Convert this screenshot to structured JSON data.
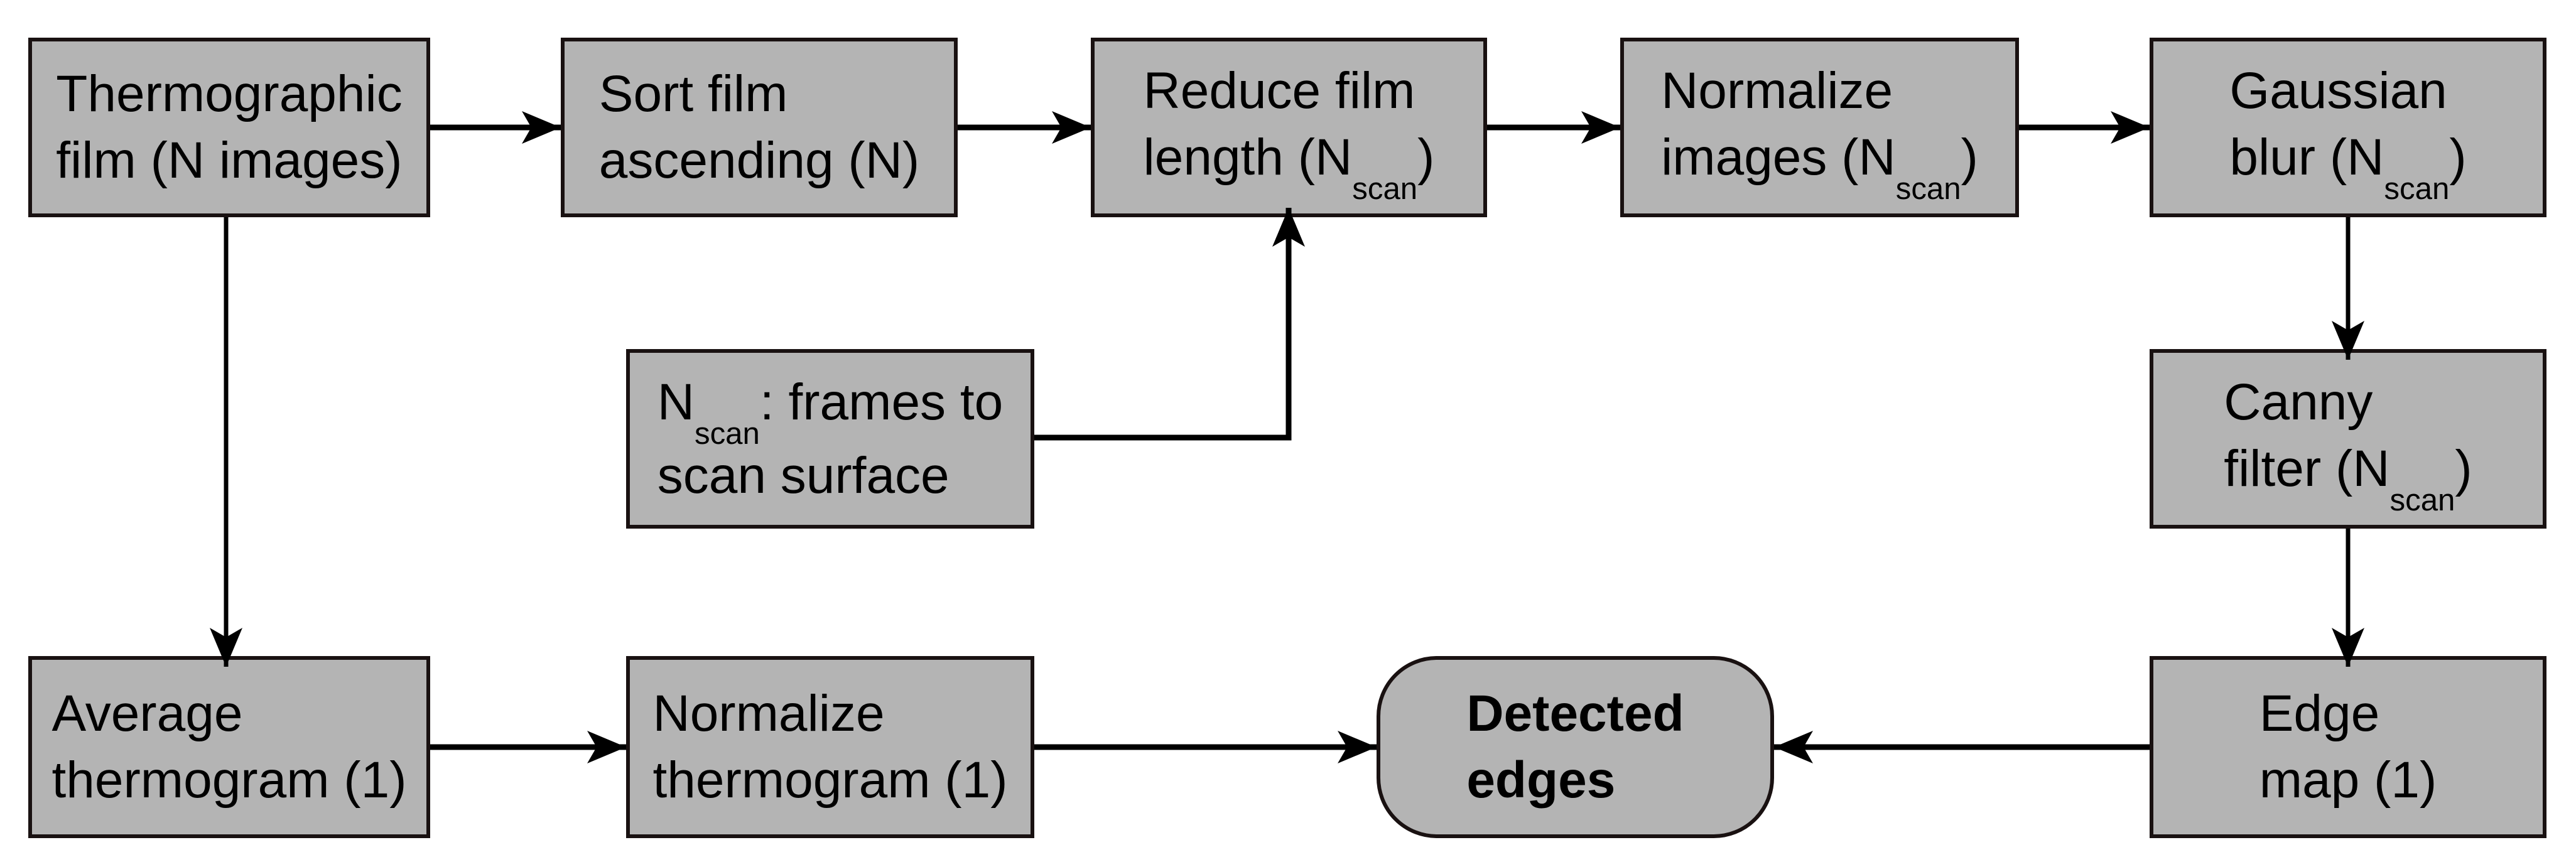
{
  "diagram_type": "flowchart",
  "colors": {
    "background": "#ffffff",
    "node_fill": "#b4b4b4",
    "node_border": "#191111",
    "arrow": "#000000",
    "text": "#000000"
  },
  "nodes": {
    "thermographic_film": {
      "line1": "Thermographic",
      "line2": "film (N images)"
    },
    "sort_film": {
      "line1": "Sort film",
      "line2": "ascending (N)"
    },
    "reduce_film": {
      "line1": "Reduce film",
      "line2_pre": "length (N",
      "line2_sub": "scan",
      "line2_post": ")"
    },
    "normalize_images": {
      "line1": "Normalize",
      "line2_pre": "images (N",
      "line2_sub": "scan",
      "line2_post": ")"
    },
    "gaussian_blur": {
      "line1": "Gaussian",
      "line2_pre": "blur (N",
      "line2_sub": "scan",
      "line2_post": ")"
    },
    "nscan_note": {
      "line1_pre": "N",
      "line1_sub": "scan",
      "line1_post": ": frames to",
      "line2": "scan surface"
    },
    "canny_filter": {
      "line1": "Canny",
      "line2_pre": "filter (N",
      "line2_sub": "scan",
      "line2_post": ")"
    },
    "average_thermogram": {
      "line1": "Average",
      "line2": "thermogram (1)"
    },
    "normalize_thermogram": {
      "line1": "Normalize",
      "line2": "thermogram (1)"
    },
    "detected_edges": {
      "line1": "Detected",
      "line2": "edges"
    },
    "edge_map": {
      "line1": "Edge",
      "line2": "map (1)"
    }
  },
  "connections": [
    {
      "from": "thermographic_film",
      "to": "sort_film"
    },
    {
      "from": "sort_film",
      "to": "reduce_film"
    },
    {
      "from": "reduce_film",
      "to": "normalize_images"
    },
    {
      "from": "normalize_images",
      "to": "gaussian_blur"
    },
    {
      "from": "gaussian_blur",
      "to": "canny_filter"
    },
    {
      "from": "canny_filter",
      "to": "edge_map"
    },
    {
      "from": "thermographic_film",
      "to": "average_thermogram"
    },
    {
      "from": "average_thermogram",
      "to": "normalize_thermogram"
    },
    {
      "from": "normalize_thermogram",
      "to": "detected_edges"
    },
    {
      "from": "edge_map",
      "to": "detected_edges"
    },
    {
      "from": "nscan_note",
      "to": "reduce_film"
    }
  ]
}
